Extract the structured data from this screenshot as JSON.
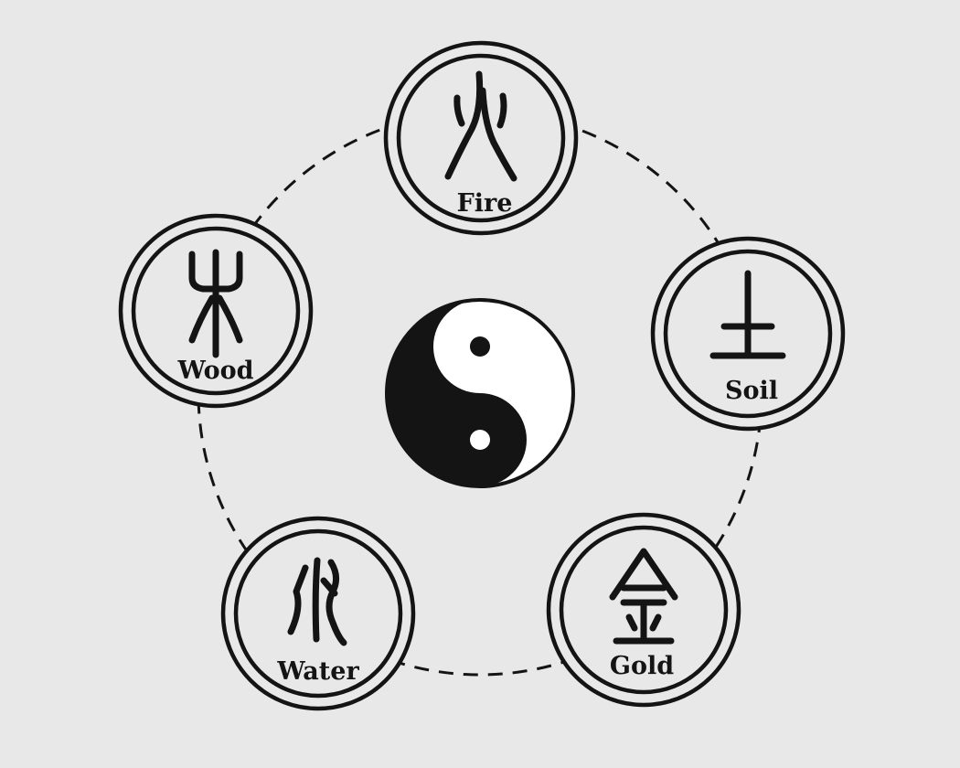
{
  "diagram": {
    "colors": {
      "background": "#e8e8e8",
      "ink": "#141414",
      "yin": "#141414",
      "yang": "#ffffff"
    },
    "center_symbol": "yin-yang",
    "connector_style": "dashed",
    "elements": [
      {
        "key": "fire",
        "label": "Fire",
        "glyph": "火"
      },
      {
        "key": "soil",
        "label": "Soil",
        "glyph": "土"
      },
      {
        "key": "gold",
        "label": "Gold",
        "glyph": "金"
      },
      {
        "key": "water",
        "label": "Water",
        "glyph": "水"
      },
      {
        "key": "wood",
        "label": "Wood",
        "glyph": "木"
      }
    ]
  }
}
